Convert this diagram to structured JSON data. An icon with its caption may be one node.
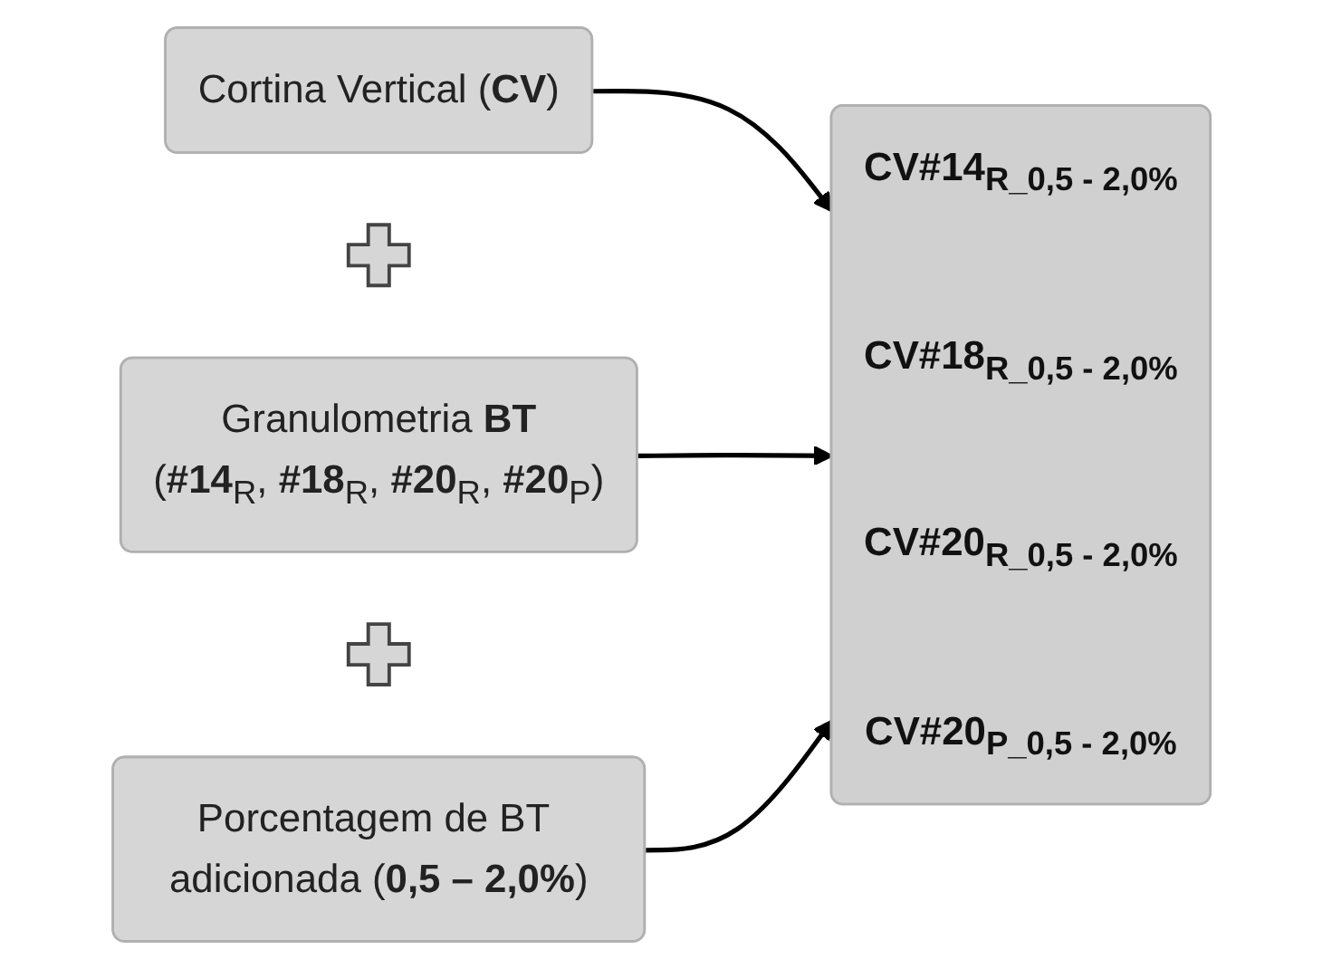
{
  "diagram": {
    "nodes": [
      {
        "text": [
          "Cortina Vertical (**CV**)"
        ]
      },
      {
        "text": [],
        "shape": "cross"
      },
      {
        "text": [
          "Granulometria **BT**",
          "(**#14**$_{R}$, **#18**$_{R}$, **#20**$_{R}$, **#20**$_{P}$)"
        ]
      },
      {
        "text": [],
        "shape": "cross"
      },
      {
        "text": [
          "Porcentagem de BT adicionada (**0,5 – 2,0%**)"
        ]
      },
      {
        "text": [
          "CV#14$_{R_0,5 - 2,0%}$",
          "CV#18$_{R_0,5 - 2,0%}$",
          "CV#20$_{R_0,5 - 2,0%}$",
          "CV#20$_{P_0,5 - 2,0%}$"
        ]
      }
    ],
    "edges": [
      {
        "from": 0,
        "to": 5,
        "arrow": "to"
      },
      {
        "from": 2,
        "to": 5,
        "arrow": "to"
      },
      {
        "from": 4,
        "to": 5,
        "arrow": "to"
      }
    ]
  }
}
